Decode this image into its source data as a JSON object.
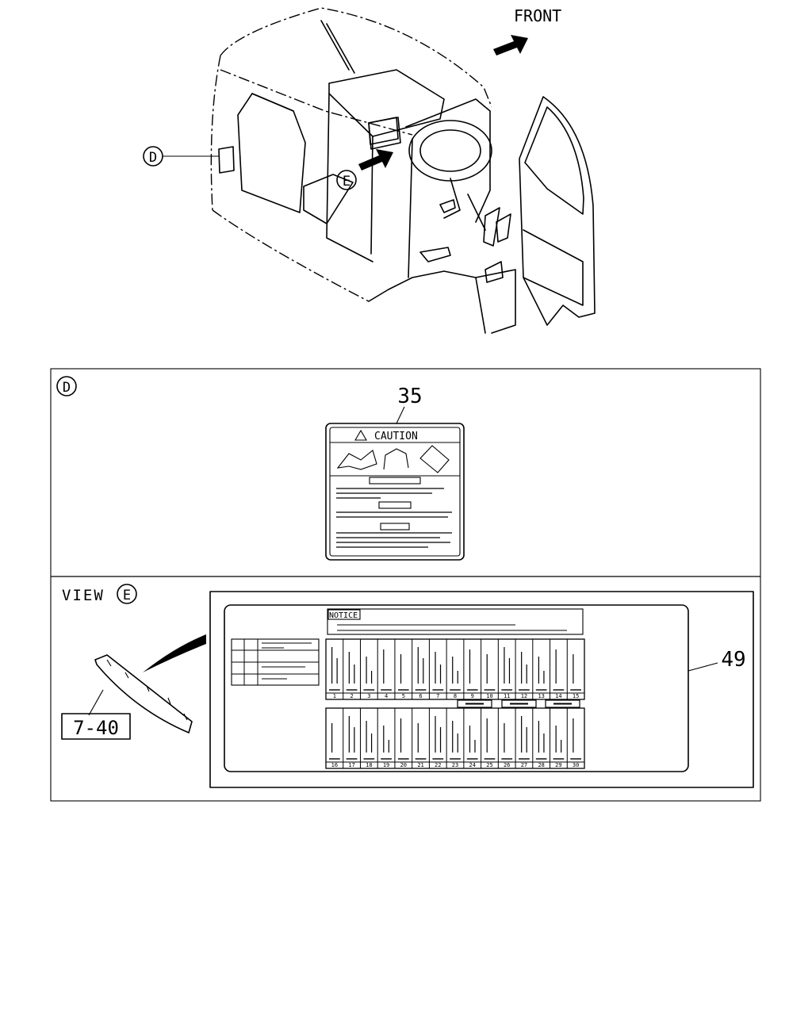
{
  "header": {
    "direction_label": "FRONT"
  },
  "callouts": {
    "view_d": "D",
    "view_e": "E"
  },
  "panel_d": {
    "letter": "D",
    "part_number": "35",
    "caution_title": "CAUTION"
  },
  "panel_e": {
    "view_word": "VIEW",
    "letter": "E",
    "part_number": "49",
    "reference": "7-40",
    "notice_title": "NOTICE",
    "fuse_numbers_top": [
      "1",
      "2",
      "3",
      "4",
      "5",
      "6",
      "7",
      "8",
      "9",
      "10",
      "11",
      "12",
      "13",
      "14",
      "15"
    ],
    "fuse_numbers_bottom": [
      "16",
      "17",
      "18",
      "19",
      "20",
      "21",
      "22",
      "23",
      "24",
      "25",
      "26",
      "27",
      "28",
      "29",
      "30"
    ]
  }
}
